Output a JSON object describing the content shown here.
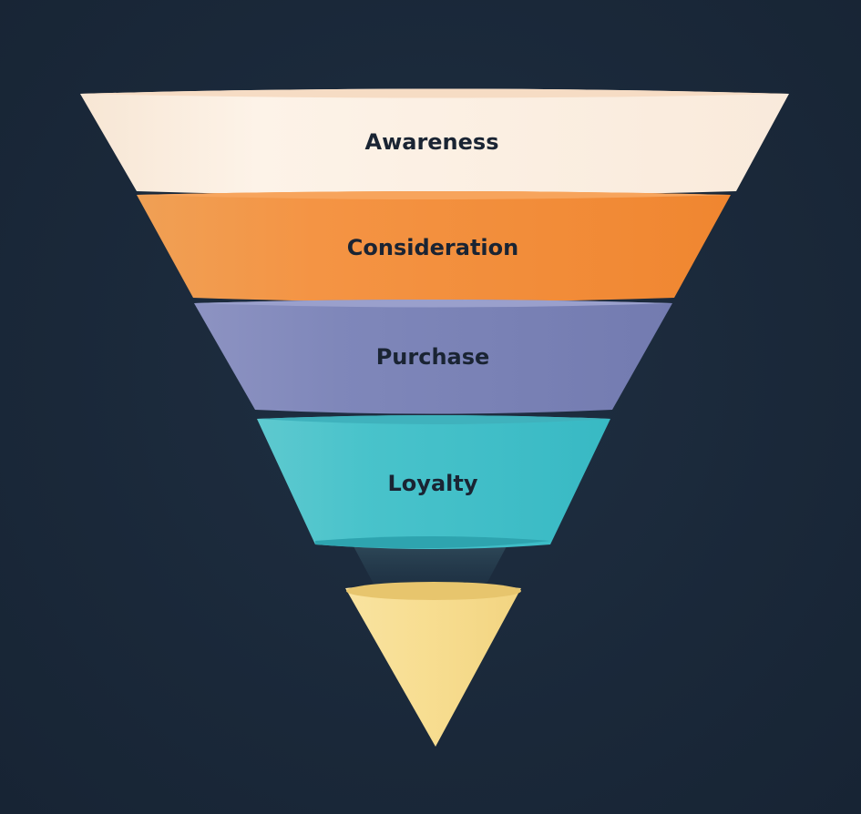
{
  "diagram": {
    "type": "funnel",
    "stages": [
      {
        "label": "Awareness",
        "color": "#fbefe2",
        "shade": "#f3dcc6"
      },
      {
        "label": "Consideration",
        "color": "#f38d33",
        "shade": "#e07a26"
      },
      {
        "label": "Purchase",
        "color": "#7c84b8",
        "shade": "#6d75a9"
      },
      {
        "label": "Loyalty",
        "color": "#43c0c9",
        "shade": "#34aab4"
      }
    ],
    "tip": {
      "color": "#f6dc8c",
      "shade": "#e8c872"
    },
    "background": "#1b2a3c"
  }
}
